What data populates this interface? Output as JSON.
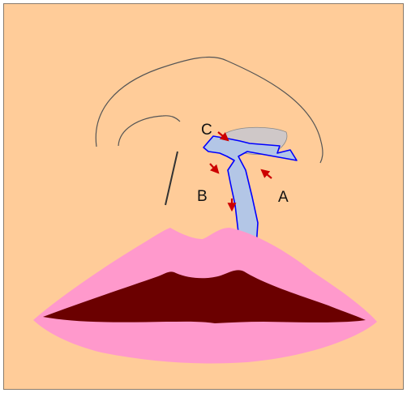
{
  "colors": {
    "background": "#ffcc99",
    "frame_border": "#8a7a6a",
    "outline": "#555555",
    "lips": "#ff99cc",
    "mouth_interior": "#6b0000",
    "tongue_fill": "#b3c6e6",
    "tongue_stroke": "#0000ff",
    "arrow": "#cc0000"
  },
  "labels": {
    "a": "A",
    "b": "B",
    "c": "C"
  }
}
